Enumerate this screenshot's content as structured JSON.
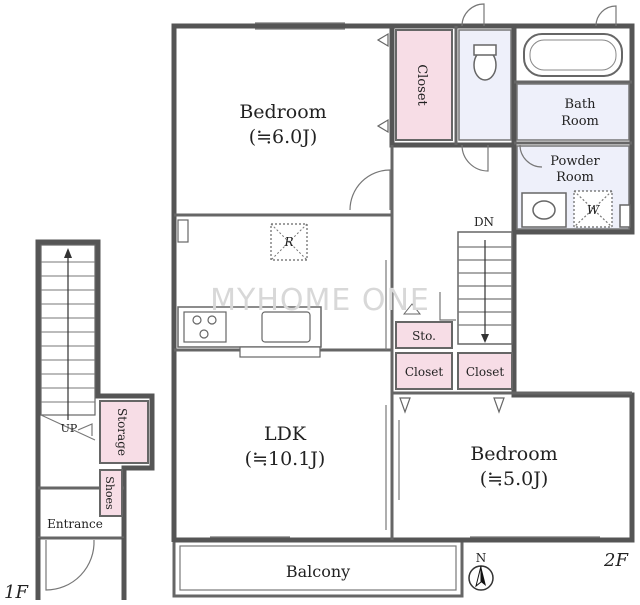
{
  "rooms": {
    "bedroom1": {
      "name": "Bedroom",
      "size": "(≒6.0J)"
    },
    "bedroom2": {
      "name": "Bedroom",
      "size": "(≒5.0J)"
    },
    "ldk": {
      "name": "LDK",
      "size": "(≒10.1J)"
    },
    "closet_top": "Closet",
    "bath": {
      "line1": "Bath",
      "line2": "Room"
    },
    "powder": {
      "line1": "Powder",
      "line2": "Room"
    },
    "washer": "W",
    "fridge": "R",
    "dn": "DN",
    "storage_small": "Sto.",
    "closet_left": "Closet",
    "closet_right": "Closet",
    "balcony": "Balcony",
    "up": "UP",
    "storage": "Storage",
    "shoes": "Shoes",
    "entrance": "Entrance"
  },
  "floors": {
    "first": "1F",
    "second": "2F"
  },
  "compass": "N",
  "watermark": "MYHOME ONE"
}
